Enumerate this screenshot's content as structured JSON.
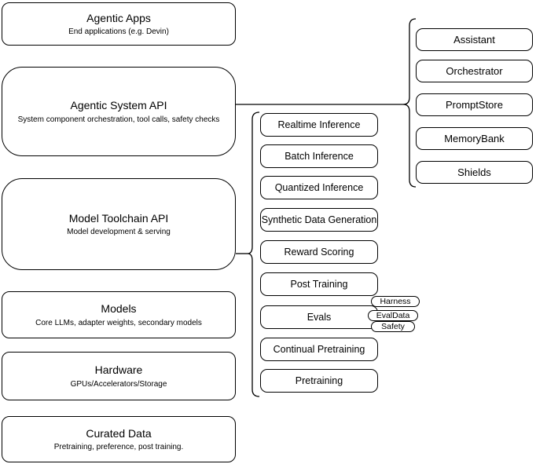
{
  "colors": {
    "stroke": "#000000",
    "fill": "#ffffff",
    "text": "#000000"
  },
  "left_stack": {
    "agentic_apps": {
      "title": "Agentic Apps",
      "subtitle": "End applications (e.g. Devin)"
    },
    "agentic_system_api": {
      "title": "Agentic System API",
      "subtitle": "System component orchestration, tool calls, safety checks"
    },
    "model_toolchain_api": {
      "title": "Model Toolchain API",
      "subtitle": "Model development & serving"
    },
    "models": {
      "title": "Models",
      "subtitle": "Core LLMs, adapter weights, secondary models"
    },
    "hardware": {
      "title": "Hardware",
      "subtitle": "GPUs/Accelerators/Storage"
    },
    "curated_data": {
      "title": "Curated Data",
      "subtitle": "Pretraining, preference, post training."
    }
  },
  "toolchain_services": [
    "Realtime Inference",
    "Batch Inference",
    "Quantized Inference",
    "Synthetic Data Generation",
    "Reward Scoring",
    "Post Training",
    "Evals",
    "Continual Pretraining",
    "Pretraining"
  ],
  "evals_tags": [
    "Harness",
    "EvalData",
    "Safety"
  ],
  "system_components": [
    "Assistant",
    "Orchestrator",
    "PromptStore",
    "MemoryBank",
    "Shields"
  ]
}
